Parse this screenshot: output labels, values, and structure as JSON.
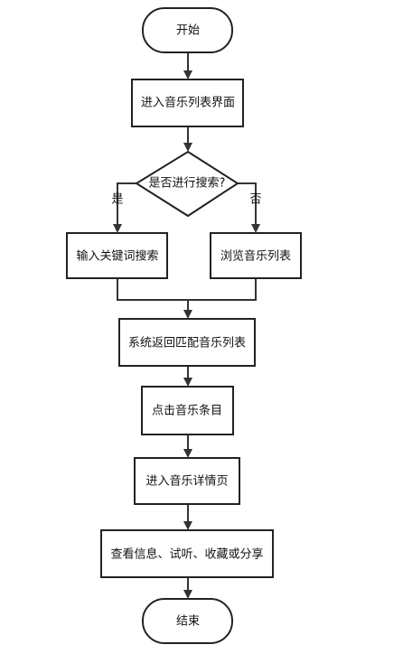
{
  "flowchart": {
    "nodes": {
      "start": "开始",
      "enter_list": "进入音乐列表界面",
      "decision": "是否进行搜索?",
      "search": "输入关键词搜索",
      "browse": "浏览音乐列表",
      "return_list": "系统返回匹配音乐列表",
      "click_item": "点击音乐条目",
      "detail": "进入音乐详情页",
      "actions": "查看信息、试听、收藏或分享",
      "end": "结束"
    },
    "labels": {
      "yes": "是",
      "no": "否"
    }
  }
}
